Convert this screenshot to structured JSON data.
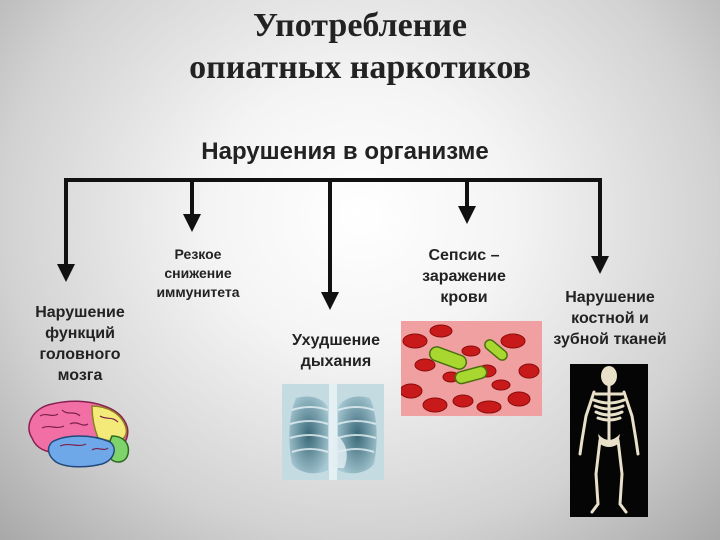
{
  "title": {
    "line1": "Употребление",
    "line2": "опиатных наркотиков"
  },
  "subtitle": "Нарушения в организме",
  "items": [
    {
      "lines": [
        "Нарушение",
        "функций",
        "головного",
        "мозга"
      ],
      "icon": "brain-image"
    },
    {
      "lines": [
        "Резкое",
        "снижение",
        "иммунитета"
      ],
      "icon": ""
    },
    {
      "lines": [
        "Ухудшение",
        "дыхания"
      ],
      "icon": "chest-xray-image"
    },
    {
      "lines": [
        "Сепсис –",
        "заражение",
        "крови"
      ],
      "icon": "blood-bacteria-image"
    },
    {
      "lines": [
        "Нарушение",
        "костной и",
        "зубной тканей"
      ],
      "icon": "skeleton-image"
    }
  ],
  "colors": {
    "line": "#111111",
    "text": "#222222"
  }
}
